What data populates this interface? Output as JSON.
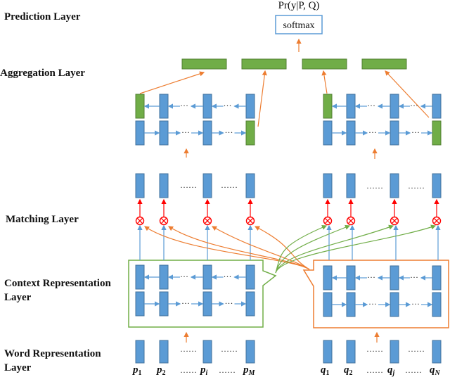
{
  "layers": {
    "prediction": "Prediction Layer",
    "aggregation": "Aggregation Layer",
    "matching": "Matching Layer",
    "context_1": "Context Representation",
    "context_2": "Layer",
    "word_1": "Word Representation",
    "word_2": "Layer"
  },
  "output": {
    "formula": "Pr(y|P, Q)",
    "softmax": "softmax"
  },
  "dots": {
    "short": "···",
    "long": "……"
  },
  "tokens": {
    "p": [
      {
        "base": "p",
        "sub": "1"
      },
      {
        "base": "p",
        "sub": "2"
      },
      {
        "base": "p",
        "sub": "i"
      },
      {
        "base": "p",
        "sub": "M"
      }
    ],
    "q": [
      {
        "base": "q",
        "sub": "1"
      },
      {
        "base": "q",
        "sub": "2"
      },
      {
        "base": "q",
        "sub": "j"
      },
      {
        "base": "q",
        "sub": "N"
      }
    ]
  },
  "colors": {
    "blue": "#5b9bd5",
    "blue_dark": "#41719c",
    "green": "#70ad47",
    "orange": "#ed7d31",
    "red": "#ff0000",
    "light_blue_arrow": "#5b9bd5"
  }
}
